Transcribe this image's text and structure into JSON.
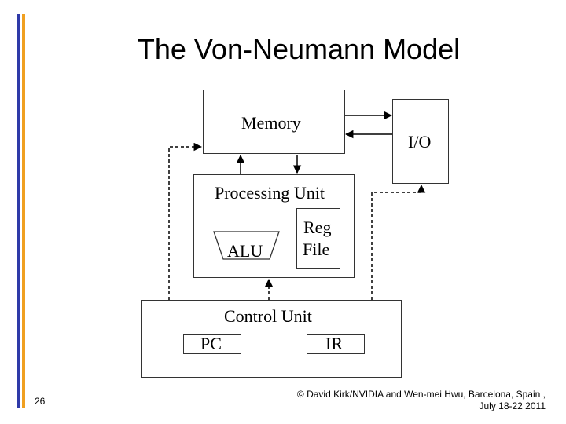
{
  "slide": {
    "title": "The Von-Neumann Model",
    "number": "26",
    "footer_line1": "© David Kirk/NVIDIA and Wen-mei Hwu, Barcelona, Spain ,",
    "footer_line2": "July 18-22 2011"
  },
  "diagram": {
    "memory_label": "Memory",
    "io_label": "I/O",
    "processing_unit_label": "Processing Unit",
    "alu_label": "ALU",
    "reg_file_line1": "Reg",
    "reg_file_line2": "File",
    "control_unit_label": "Control Unit",
    "pc_label": "PC",
    "ir_label": "IR"
  }
}
